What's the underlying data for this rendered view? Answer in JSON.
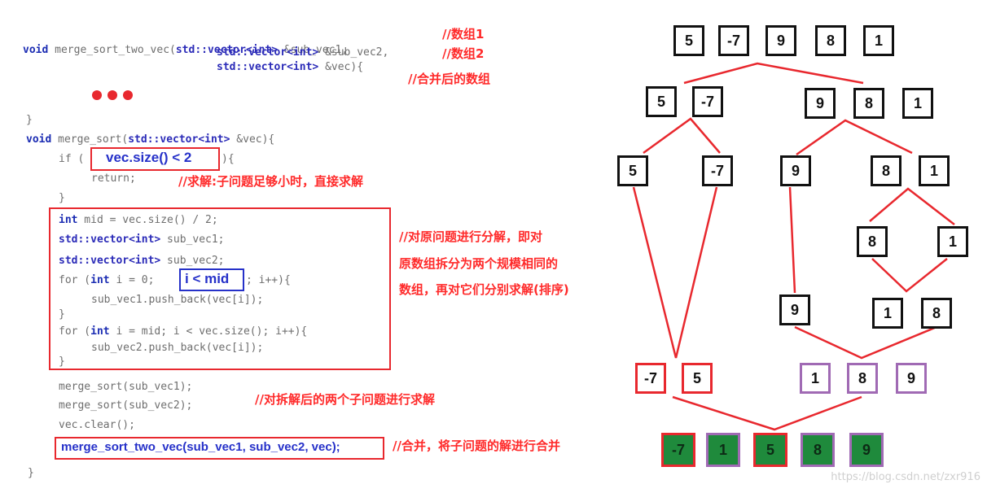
{
  "code": {
    "l1": "merge_sort_two_vec(",
    "l1_type": "std::vector<int>",
    "l1_param": "&sub_vec1,",
    "l2_type": "std::vector<int>",
    "l2_param": "&sub_vec2,",
    "l3_type": "std::vector<int>",
    "l3_param": "&vec){",
    "kw_void": "void",
    "close1": "}",
    "ms_name": "merge_sort(",
    "ms_type": "std::vector<int>",
    "ms_param": "&vec){",
    "if_kw": "if (",
    "if_cond": "vec.size() < 2",
    "if_end": "){",
    "return": "return;",
    "close_if": "}",
    "mid_line_kw": "int",
    "mid_line": " mid = vec.size() / 2;",
    "sv1_type": "std::vector<int>",
    "sv1": " sub_vec1;",
    "sv2_type": "std::vector<int>",
    "sv2": " sub_vec2;",
    "for1_a": "for (",
    "for1_int": "int",
    "for1_b": " i = 0;",
    "for1_cond": "i < mid",
    "for1_c": "; i++){",
    "push1": "sub_vec1.push_back(vec[i]);",
    "close_for1": "}",
    "for2_a": "for (",
    "for2_int": "int",
    "for2_b": " i = mid; i < vec.size(); i++){",
    "push2": "sub_vec2.push_back(vec[i]);",
    "close_for2": "}",
    "rec1": "merge_sort(sub_vec1);",
    "rec2": "merge_sort(sub_vec2);",
    "clear": "vec.clear();",
    "merge_call": "merge_sort_two_vec(sub_vec1, sub_vec2, vec);",
    "close_main": "}"
  },
  "comments": {
    "c1": "//数组1",
    "c2": "//数组2",
    "c3": "//合并后的数组",
    "c4": "//求解:子问题足够小时，直接求解",
    "c5a": "//对原问题进行分解，即对",
    "c5b": "原数组拆分为两个规模相同的",
    "c5c": "数组，再对它们分别求解(排序)",
    "c6": "//对拆解后的两个子问题进行求解",
    "c7": "//合并，将子问题的解进行合并"
  },
  "tree": {
    "row0": [
      "5",
      "-7",
      "9",
      "8",
      "1"
    ],
    "row1_left": [
      "5",
      "-7"
    ],
    "row1_right": [
      "9",
      "8",
      "1"
    ],
    "row2": [
      "5",
      "-7",
      "9",
      "8",
      "1"
    ],
    "row3": [
      "8",
      "1"
    ],
    "row4": [
      "9",
      "1",
      "8"
    ],
    "row5_left": [
      "-7",
      "5"
    ],
    "row5_right": [
      "1",
      "8",
      "9"
    ],
    "row6": [
      "-7",
      "1",
      "5",
      "8",
      "9"
    ]
  },
  "colors": {
    "red": "#e8282e",
    "purple": "#a06ab4",
    "green": "#1f8a3c",
    "code_blue": "#1c2db3"
  },
  "watermark": "https://blog.csdn.net/zxr916"
}
